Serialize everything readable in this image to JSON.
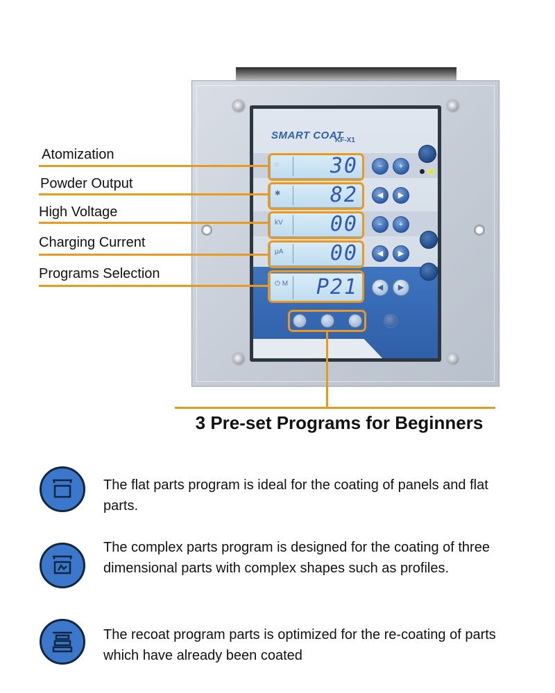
{
  "device": {
    "brand": "SMART COAT",
    "model": "KF-X1",
    "displays": [
      {
        "unit": "◌",
        "value": "30"
      },
      {
        "unit": "✱",
        "value": "82"
      },
      {
        "unit": "kV",
        "value": "00"
      },
      {
        "unit": "μA",
        "value": "00"
      },
      {
        "unit": "⏻ M",
        "value": "P21"
      }
    ],
    "colors": {
      "accent": "#e99a1e",
      "lcd_digits": "#2f56b8",
      "panel_blue": "#2f5fa8"
    }
  },
  "callouts": [
    {
      "label": "Atomization"
    },
    {
      "label": "Powder Output"
    },
    {
      "label": "High Voltage"
    },
    {
      "label": "Charging Current"
    },
    {
      "label": "Programs Selection"
    }
  ],
  "heading": "3 Pre-set Programs for Beginners",
  "programs": [
    {
      "icon": "flat-parts-icon",
      "text": "The flat parts program is ideal for the coating of panels and flat parts."
    },
    {
      "icon": "complex-parts-icon",
      "text": "The complex parts program is designed for the coating of three dimensional parts with complex shapes such as profiles."
    },
    {
      "icon": "recoat-icon",
      "text": "The recoat program parts is optimized for the re-coating of parts which have already been coated"
    }
  ]
}
